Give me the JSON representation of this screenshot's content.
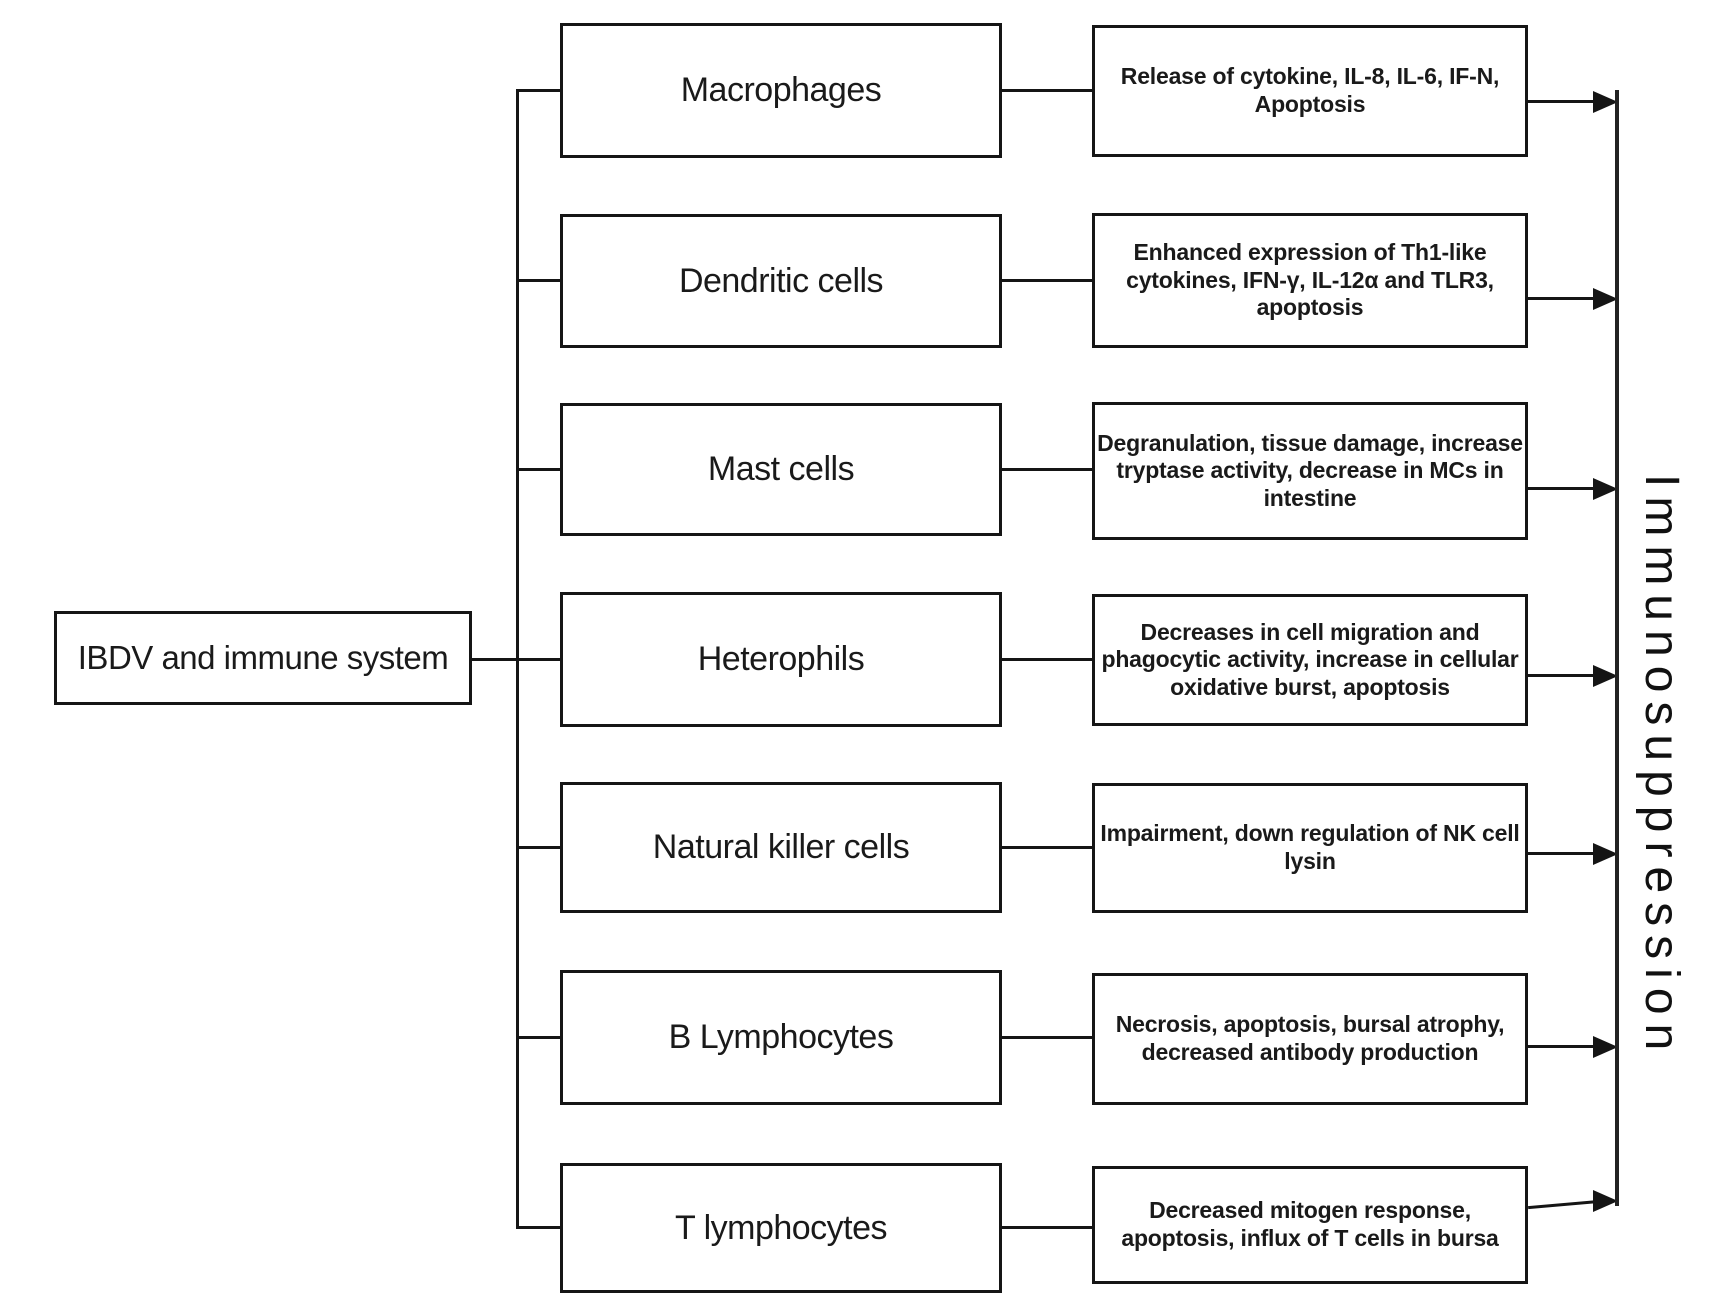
{
  "root": {
    "label": "IBDV and immune system"
  },
  "outcome": {
    "label": "Immunosuppression"
  },
  "rows": [
    {
      "cell": "Macrophages",
      "effect": "Release of cytokine, IL-8, IL-6, IF-N, Apoptosis"
    },
    {
      "cell": "Dendritic cells",
      "effect": "Enhanced expression of Th1-like cytokines, IFN-γ, IL-12α and TLR3, apoptosis"
    },
    {
      "cell": "Mast cells",
      "effect": "Degranulation, tissue damage, increase tryptase activity, decrease in MCs in intestine"
    },
    {
      "cell": "Heterophils",
      "effect": "Decreases in cell migration and phagocytic activity, increase in cellular oxidative burst, apoptosis"
    },
    {
      "cell": "Natural killer cells",
      "effect": "Impairment, down regulation of NK cell lysin"
    },
    {
      "cell": "B Lymphocytes",
      "effect": "Necrosis, apoptosis, bursal atrophy, decreased antibody production"
    },
    {
      "cell": "T lymphocytes",
      "effect": "Decreased mitogen response, apoptosis, influx of T cells in bursa"
    }
  ],
  "colors": {
    "line": "#151515",
    "background": "#ffffff",
    "text": "#1a1a1a"
  }
}
